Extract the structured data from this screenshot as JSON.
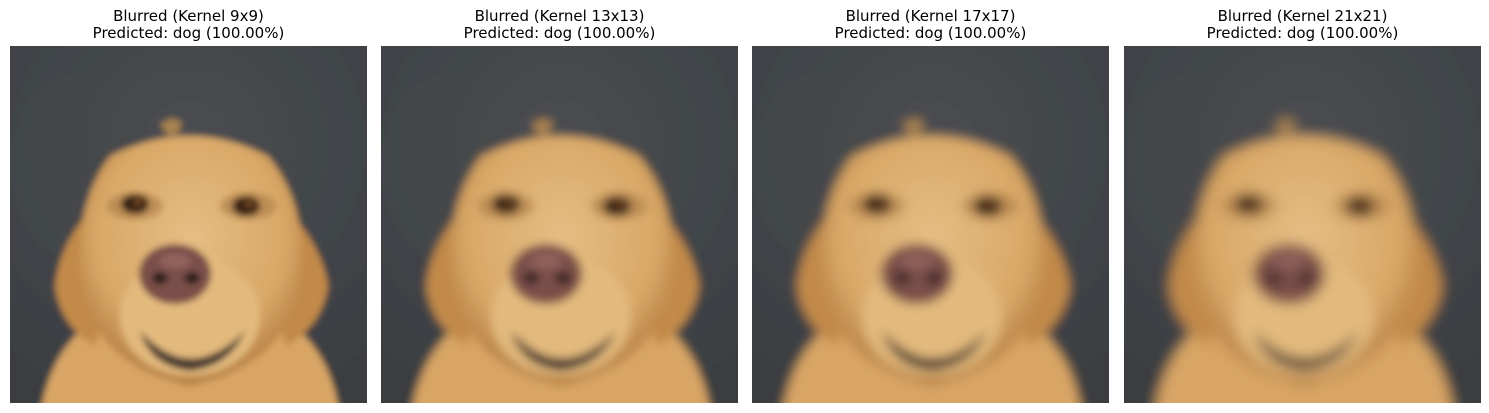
{
  "panels": [
    {
      "title_line1": "Blurred (Kernel 9x9)",
      "title_line2": "Predicted: dog (100.00%)",
      "blur": 3.2
    },
    {
      "title_line1": "Blurred (Kernel 13x13)",
      "title_line2": "Predicted: dog (100.00%)",
      "blur": 4.4
    },
    {
      "title_line1": "Blurred (Kernel 17x17)",
      "title_line2": "Predicted: dog (100.00%)",
      "blur": 5.4
    },
    {
      "title_line1": "Blurred (Kernel 21x21)",
      "title_line2": "Predicted: dog (100.00%)",
      "blur": 6.4
    }
  ],
  "colors": {
    "background_dark": "#3a3d40",
    "fur": "#d9a867",
    "fur_shadow": "#b57f42",
    "nose": "#7a4f48",
    "eye": "#3b2414"
  }
}
